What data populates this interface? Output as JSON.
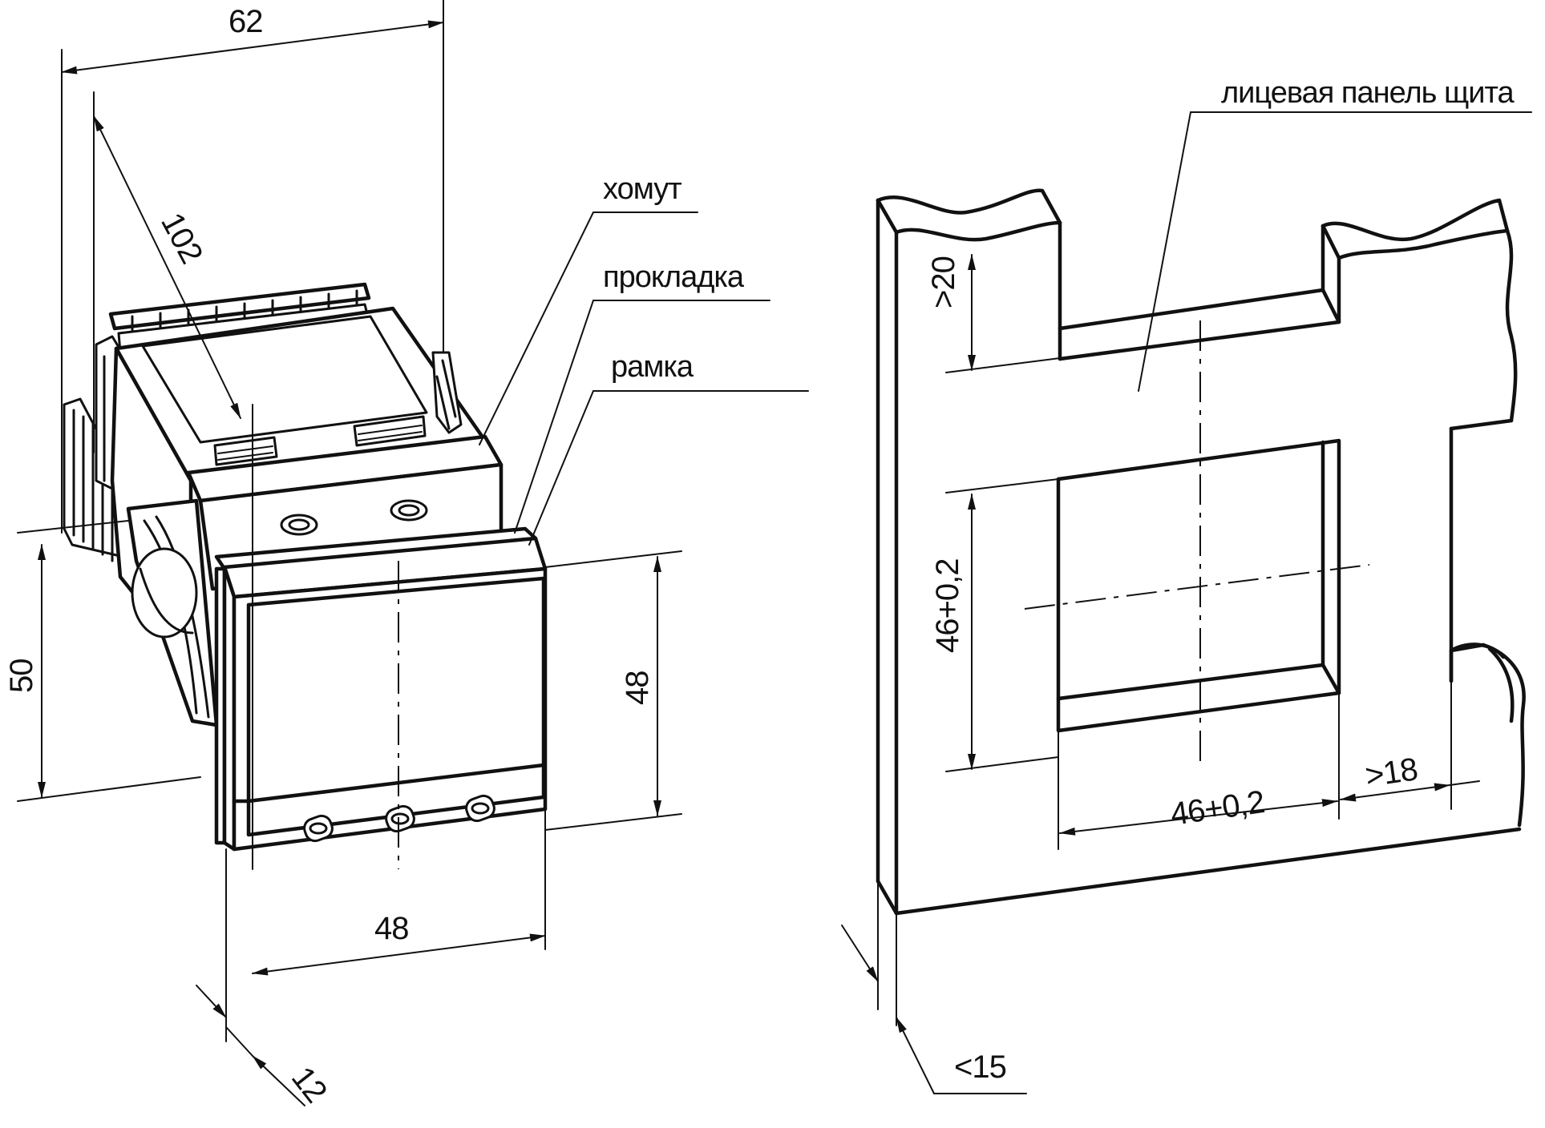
{
  "labels": {
    "collar": "хомут",
    "gasket": "прокладка",
    "frame": "рамка",
    "panel": "лицевая панель щита"
  },
  "dimensions": {
    "total_width": "62",
    "depth": "102",
    "body_height": "50",
    "front_height": "48",
    "front_width": "48",
    "front_thickness": "12",
    "cutout_height": "46+0,2",
    "cutout_width": "46+0,2",
    "top_margin": ">20",
    "side_margin": ">18",
    "panel_thickness": "<15"
  }
}
